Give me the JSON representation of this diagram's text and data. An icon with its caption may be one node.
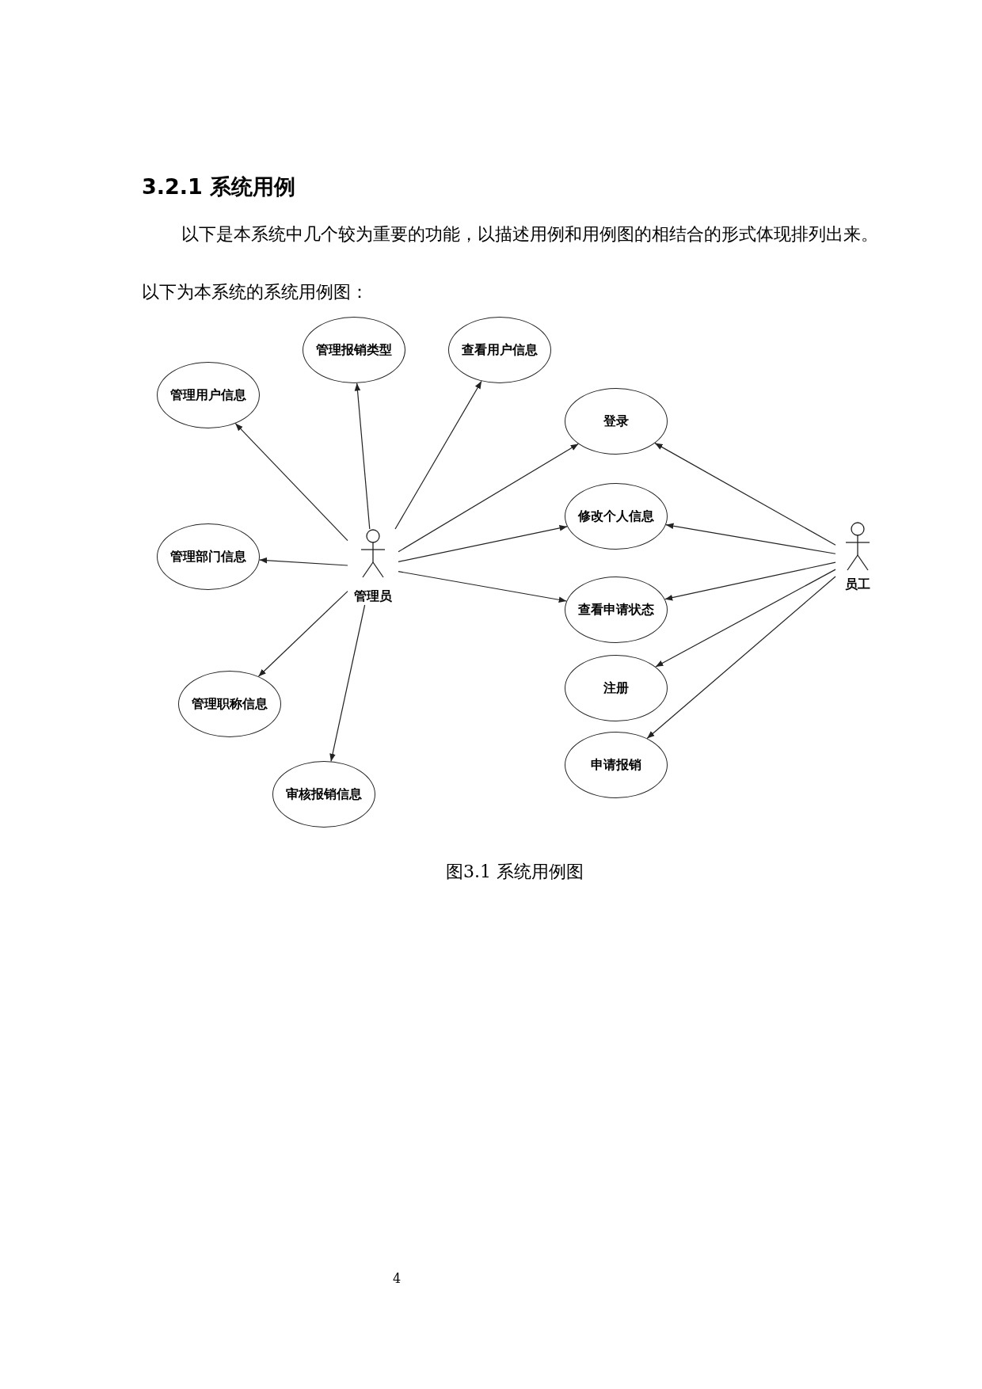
{
  "diagram": {
    "title": "3.2.1 系统用例",
    "caption": "图3.1 系统用例图",
    "nodes": [
      {
        "text": [
          "管理用户信息"
        ]
      },
      {
        "text": [
          "管理报销类型"
        ]
      },
      {
        "text": [
          "查看用户信息"
        ]
      },
      {
        "text": [
          "管理部门信息"
        ]
      },
      {
        "text": [
          "管理职称信息"
        ]
      },
      {
        "text": [
          "审核报销信息"
        ]
      },
      {
        "text": [
          "登录"
        ]
      },
      {
        "text": [
          "修改个人信息"
        ]
      },
      {
        "text": [
          "查看申请状态"
        ]
      },
      {
        "text": [
          "注册"
        ]
      },
      {
        "text": [
          "申请报销"
        ]
      },
      {
        "text": [
          "管理员"
        ]
      },
      {
        "text": [
          "员工"
        ]
      }
    ],
    "edges": [
      {
        "from": 11,
        "to": 0,
        "arrow": "to"
      },
      {
        "from": 11,
        "to": 1,
        "arrow": "to"
      },
      {
        "from": 11,
        "to": 2,
        "arrow": "to"
      },
      {
        "from": 11,
        "to": 3,
        "arrow": "to"
      },
      {
        "from": 11,
        "to": 4,
        "arrow": "to"
      },
      {
        "from": 11,
        "to": 5,
        "arrow": "to"
      },
      {
        "from": 11,
        "to": 6,
        "arrow": "to"
      },
      {
        "from": 11,
        "to": 7,
        "arrow": "to"
      },
      {
        "from": 11,
        "to": 8,
        "arrow": "to"
      },
      {
        "from": 12,
        "to": 6,
        "arrow": "to"
      },
      {
        "from": 12,
        "to": 7,
        "arrow": "to"
      },
      {
        "from": 12,
        "to": 8,
        "arrow": "to"
      },
      {
        "from": 12,
        "to": 9,
        "arrow": "to"
      },
      {
        "from": 12,
        "to": 10,
        "arrow": "to"
      }
    ],
    "labels": [
      "以下是本系统中几个较为重要的功能，以描述用例和用例图的相结合的形式体现排列出来。",
      "以下为本系统的系统用例图：",
      "4"
    ]
  }
}
